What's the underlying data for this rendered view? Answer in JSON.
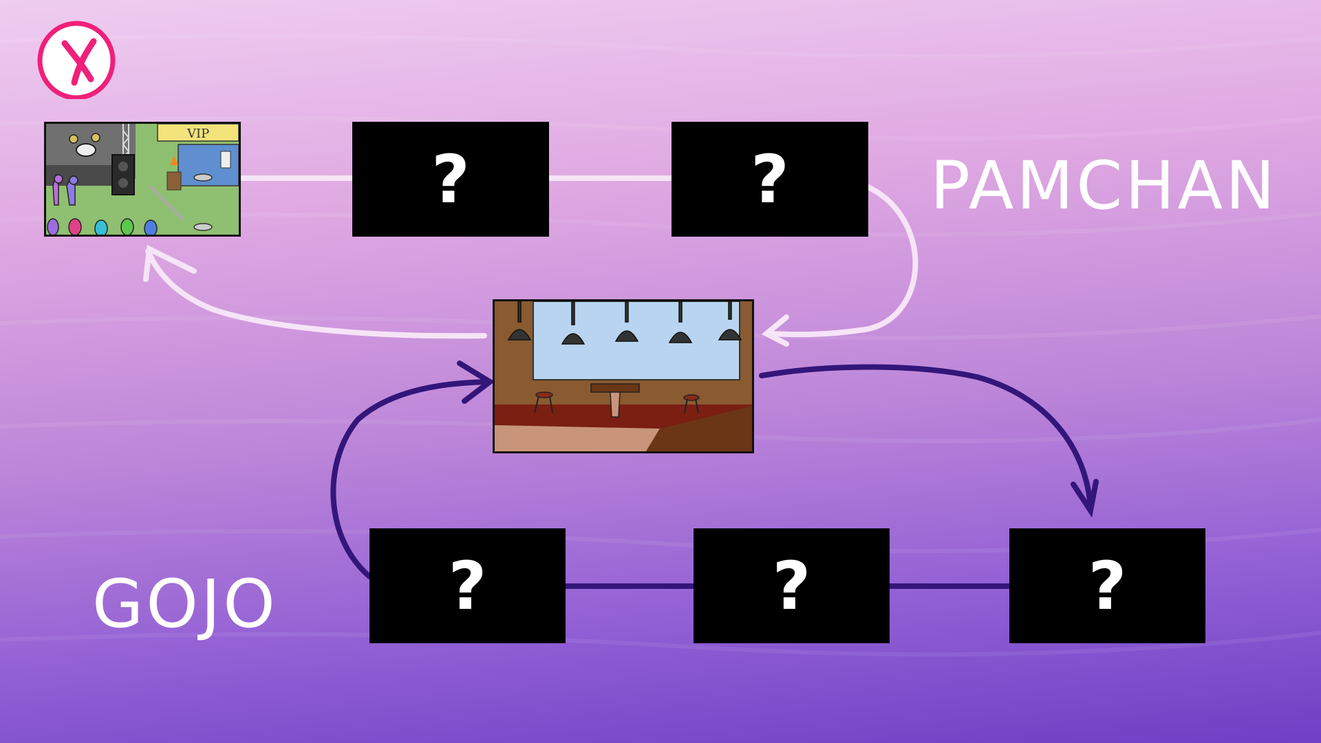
{
  "branches": {
    "top_label": "PAMCHAN",
    "bottom_label": "GOJO"
  },
  "locked_frames": [
    {
      "label": "?"
    },
    {
      "label": "?"
    },
    {
      "label": "?"
    },
    {
      "label": "?"
    },
    {
      "label": "?"
    }
  ],
  "scenes": {
    "concert": {
      "sign_text": "VIP"
    }
  },
  "colors": {
    "top_path": "#f6e4f7",
    "bottom_path": "#33167a",
    "close_button": "#f0207a",
    "locked_frame": "#000000",
    "qmark": "#ffffff"
  },
  "icons": {
    "close": "close-icon"
  }
}
